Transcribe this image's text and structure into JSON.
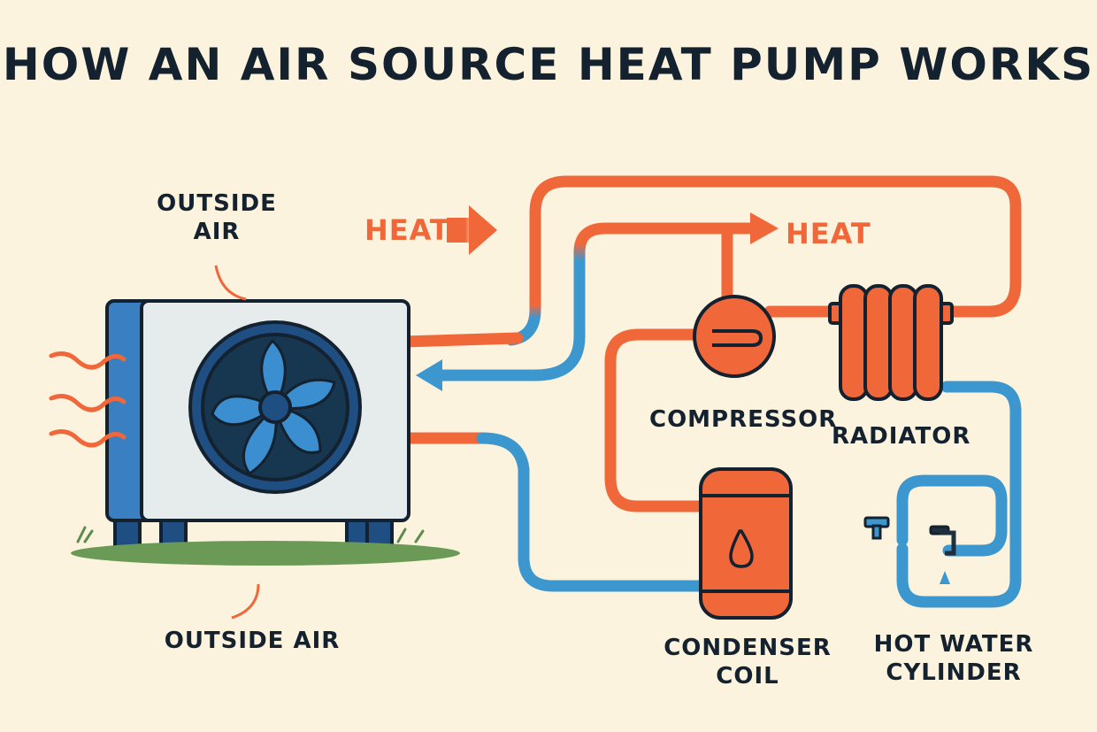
{
  "title": "HOW AN AIR SOURCE HEAT PUMP WORKS",
  "labels": {
    "outside_air_top": "OUTSIDE AIR",
    "outside_air_bottom": "OUTSIDE AIR",
    "heat_left": "HEAT",
    "heat_right": "HEAT",
    "compressor": "COMPRESSOR",
    "radiator": "RADIATOR",
    "condenser_coil": "CONDENSER COIL",
    "hot_water_cylinder": "HOT WATER CYLINDER"
  },
  "colors": {
    "background": "#fcf3df",
    "hot_pipe": "#f0683a",
    "cold_pipe": "#3d97cf",
    "outline": "#14212e",
    "unit_side": "#3a7fc1",
    "unit_face": "#e6ecec",
    "fan_ring": "#1f4f82",
    "fan_blade": "#3b8fd1",
    "grass": "#5d8c4c"
  },
  "icons": [
    "fan-icon",
    "water-drop-icon",
    "tap-icon",
    "warm-air-wave-icon"
  ]
}
